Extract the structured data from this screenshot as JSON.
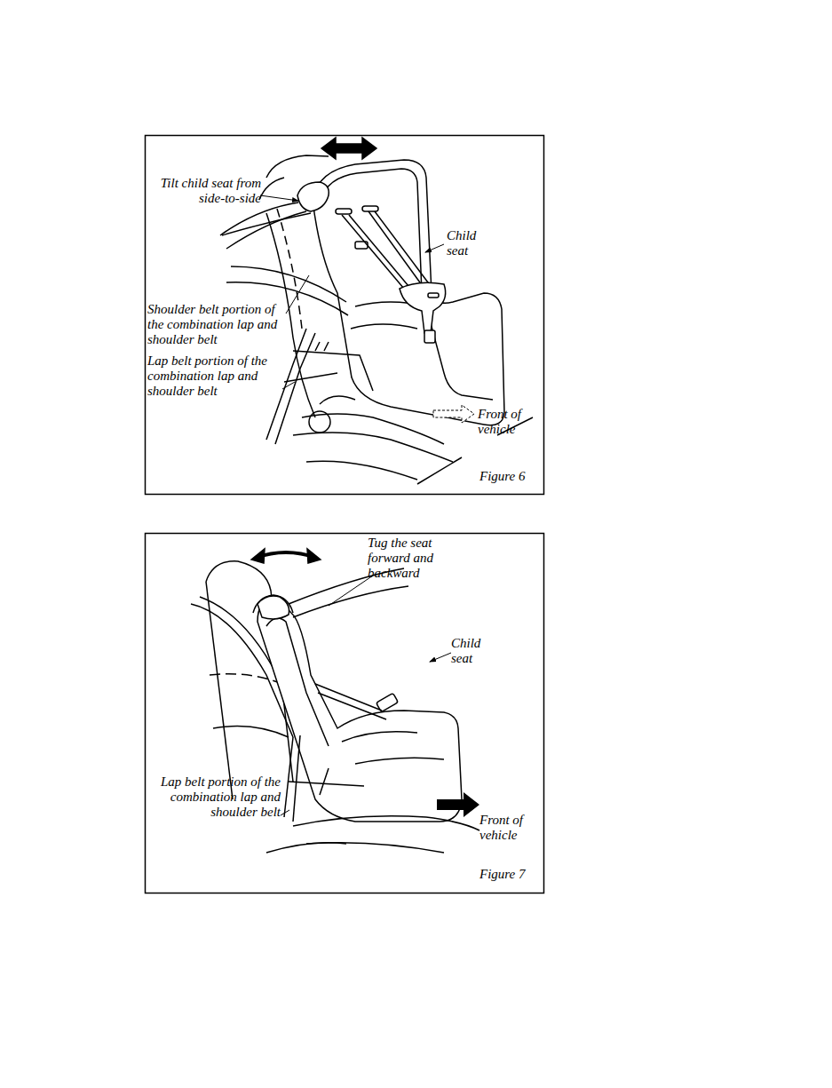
{
  "diagram": {
    "labels": [
      "Tilt child seat from side-to-side",
      "Child seat",
      "Shoulder belt portion of the combination lap and shoulder belt",
      "Lap belt portion of the combination lap and shoulder belt",
      "Front of vehicle",
      "Figure 6",
      "Tug the seat forward and backward",
      "Child seat",
      "Lap belt portion of the combination lap and shoulder belt",
      "Front of vehicle",
      "Figure 7"
    ]
  }
}
